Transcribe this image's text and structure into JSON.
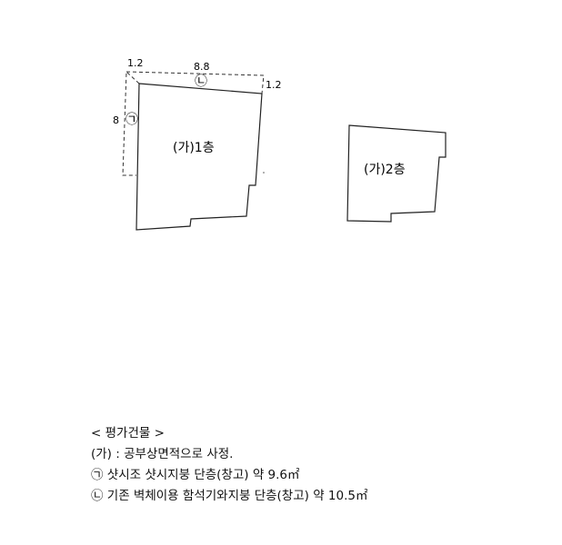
{
  "drawing": {
    "dimension_top": "8.8",
    "dimension_left_offset": "1.2",
    "dimension_right_offset": "1.2",
    "dimension_side": "8",
    "marker_a": "㉠",
    "marker_b": "㉡",
    "building_1_label": "(가)1층",
    "building_2_label": "(가)2층"
  },
  "legend": {
    "title": "< 평가건물 >",
    "line1": "(가) : 공부상면적으로 사정.",
    "line2": "㉠ 샷시조 샷시지붕 단층(창고) 약 9.6㎡",
    "line3": "㉡ 기존 벽체이용 함석기와지붕 단층(창고) 약 10.5㎡"
  }
}
